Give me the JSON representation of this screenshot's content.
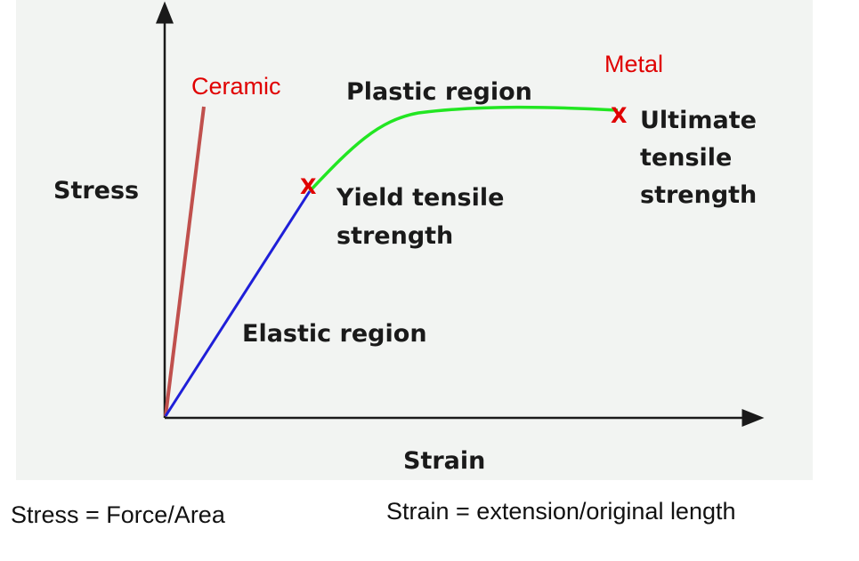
{
  "diagram": {
    "y_axis_label": "Stress",
    "x_axis_label": "Strain",
    "materials": {
      "ceramic": "Ceramic",
      "metal": "Metal"
    },
    "regions": {
      "plastic": "Plastic region",
      "elastic": "Elastic region"
    },
    "points": {
      "yield": [
        "Yield tensile",
        "strength"
      ],
      "ultimate": [
        "Ultimate",
        "tensile",
        "strength"
      ],
      "marker": "X"
    },
    "colors": {
      "ceramic_line": "#c0504d",
      "elastic_line": "#1f1fd8",
      "plastic_line": "#22e622",
      "marker": "#e00000"
    }
  },
  "captions": {
    "stress": "Stress = Force/Area",
    "strain": "Strain = extension/original length"
  }
}
